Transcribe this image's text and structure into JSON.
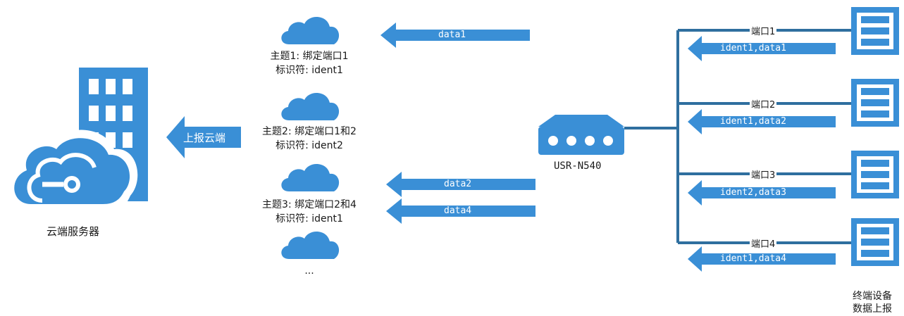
{
  "colors": {
    "accent": "#3a8fd6",
    "line": "#2f6f9f",
    "text": "#1a1a1a"
  },
  "server": {
    "label": "云端服务器",
    "icon": "cloud-building-icon"
  },
  "upload_arrow": {
    "label": "上报云端"
  },
  "topics": [
    {
      "line1": "主题1: 绑定端口1",
      "line2": "标识符: ident1",
      "icon": "cloud-icon"
    },
    {
      "line1": "主题2: 绑定端口1和2",
      "line2": "标识符: ident2",
      "icon": "cloud-icon"
    },
    {
      "line1": "主题3: 绑定端口2和4",
      "line2": "标识符: ident1",
      "icon": "cloud-icon"
    },
    {
      "line1": "...",
      "line2": "",
      "icon": "cloud-icon"
    }
  ],
  "data_arrows": [
    "data1",
    "data2",
    "data4"
  ],
  "device": {
    "label": "USR-N540",
    "icon": "router-icon"
  },
  "ports": [
    {
      "name": "端口1",
      "payload": "ident1,data1",
      "icon": "server-icon"
    },
    {
      "name": "端口2",
      "payload": "ident1,data2",
      "icon": "server-icon"
    },
    {
      "name": "端口3",
      "payload": "ident2,data3",
      "icon": "server-icon"
    },
    {
      "name": "端口4",
      "payload": "ident1,data4",
      "icon": "server-icon"
    }
  ],
  "terminal_caption": {
    "line1": "终端设备",
    "line2": "数据上报"
  }
}
